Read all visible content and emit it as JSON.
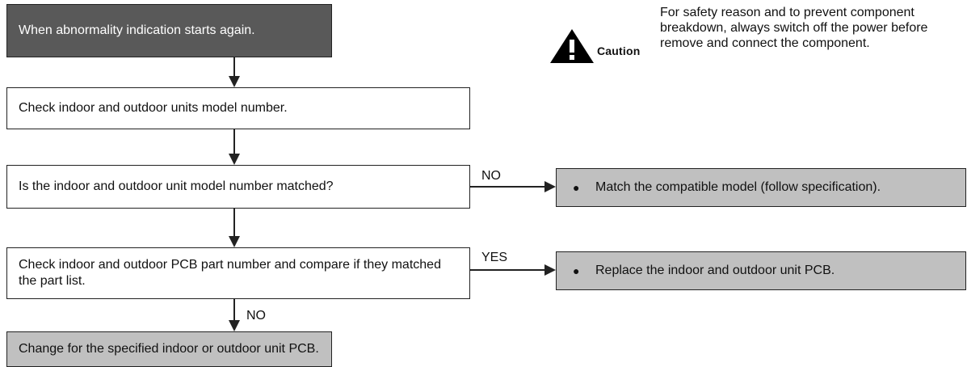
{
  "nodes": {
    "start": "When abnormality indication starts again.",
    "check_model": "Check indoor and outdoor units model number.",
    "decision_model": "Is the indoor and outdoor unit model number matched?",
    "check_pcb": "Check indoor and outdoor PCB part number and compare if they matched the part list.",
    "change_pcb": "Change for the specified indoor or outdoor unit PCB.",
    "match_model": "Match the compatible model (follow specification).",
    "replace_pcb": "Replace the indoor and outdoor unit PCB."
  },
  "edge_labels": {
    "no_model": "NO",
    "yes_pcb": "YES",
    "no_pcb": "NO"
  },
  "caution": {
    "label": "Caution",
    "icon": "warning-triangle-icon",
    "text": "For safety reason and to prevent component breakdown, always switch off the power before remove and connect the component."
  },
  "colors": {
    "start_fill": "#595959",
    "action_fill": "#c0c0c0"
  }
}
